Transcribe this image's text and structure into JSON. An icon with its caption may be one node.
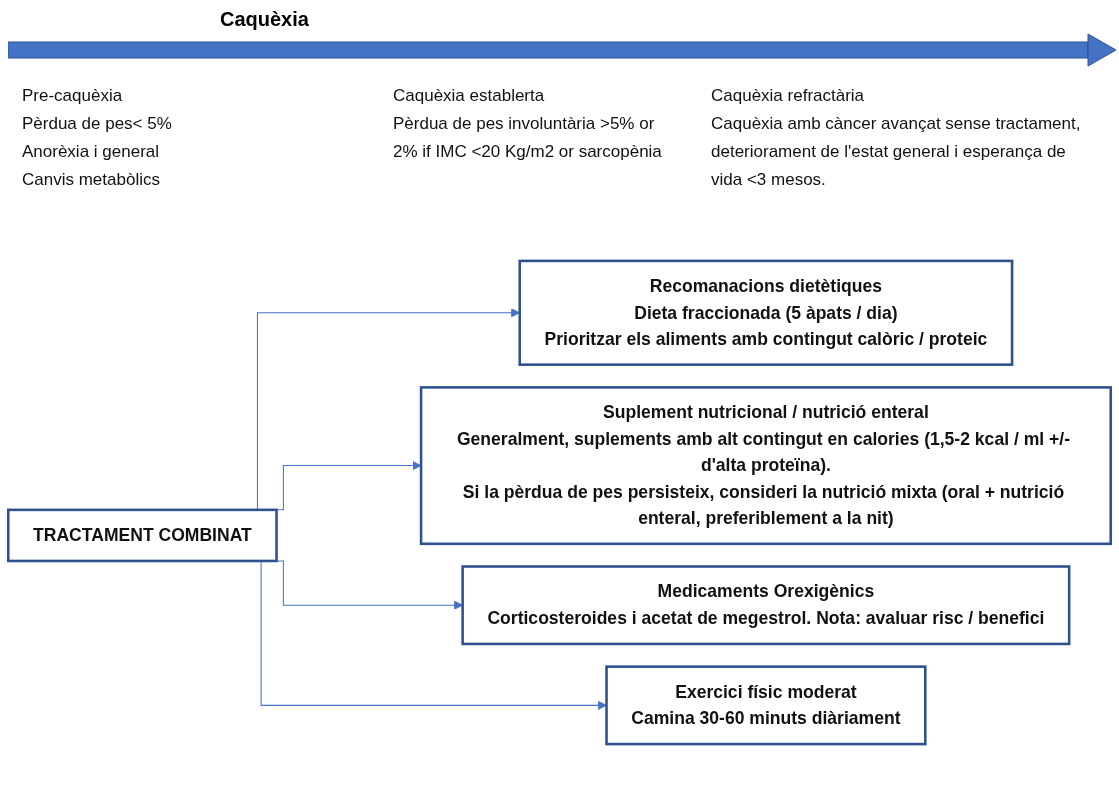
{
  "diagram": {
    "title": "Caquèxia",
    "nodes": [
      {
        "text": [
          "TRACTAMENT COMBINAT"
        ]
      },
      {
        "text": [
          "Recomanacions dietètiques",
          "Dieta fraccionada (5 àpats / dia)",
          "Prioritzar els aliments amb contingut calòric / proteic"
        ]
      },
      {
        "text": [
          "Suplement nutricional / nutrició enteral",
          "Generalment, suplements amb alt contingut en calories (1,5-2 kcal / ml +/- d'alta proteïna).",
          "Si la pèrdua de pes persisteix, consideri la nutrició mixta (oral + nutrició enteral, preferiblement a la nit)"
        ]
      },
      {
        "text": [
          "Medicaments Orexigènics",
          "Corticosteroides i acetat de megestrol. Nota: avaluar risc / benefici"
        ]
      },
      {
        "text": [
          "Exercici físic moderat",
          "Camina 30-60 minuts diàriament"
        ]
      }
    ],
    "edges": [
      {
        "from": 0,
        "to": 1,
        "arrow": "to"
      },
      {
        "from": 0,
        "to": 2,
        "arrow": "to"
      },
      {
        "from": 0,
        "to": 3,
        "arrow": "to"
      },
      {
        "from": 0,
        "to": 4,
        "arrow": "to"
      }
    ],
    "labels": [
      "Pre-caquèxia",
      "Pèrdua de pes< 5%",
      "Anorèxia i general",
      "Canvis metabòlics",
      "Caquèxia establerta",
      "Pèrdua de pes involuntària >5% or 2% if IMC <20 Kg/m2 or sarcopènia",
      "Caquèxia refractària",
      "Caquèxia amb càncer avançat sense tractament, deteriorament de l'estat general i esperança de vida <3 mesos."
    ]
  }
}
